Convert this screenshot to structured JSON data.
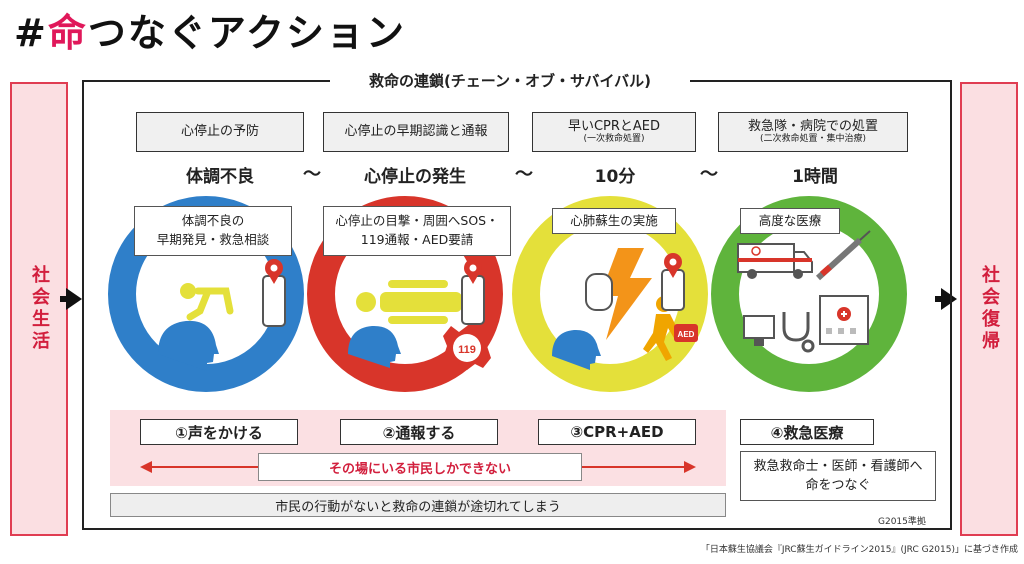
{
  "title": {
    "hash": "#",
    "accent": "命",
    "rest": "つなぐアクション"
  },
  "left_label": "社会生活",
  "right_label": "社会復帰",
  "frame_title": "救命の連鎖(チェーン・オブ・サバイバル)",
  "stage_boxes": [
    {
      "main": "心停止の予防",
      "sub": ""
    },
    {
      "main": "心停止の早期認識と通報",
      "sub": ""
    },
    {
      "main": "早いCPRとAED",
      "sub": "(一次救命処置)"
    },
    {
      "main": "救急隊・病院での処置",
      "sub": "(二次救命処置・集中治療)"
    }
  ],
  "times": [
    "体調不良",
    "心停止の発生",
    "10分",
    "1時間"
  ],
  "tilde": "〜",
  "circle_labels": [
    "体調不良の\n早期発見・救急相談",
    "心停止の目撃・周囲へSOS・\n119通報・AED要請",
    "心肺蘇生の実施",
    "高度な医療"
  ],
  "circle_colors": [
    "#2f7fc9",
    "#d8352a",
    "#e4e03a",
    "#5fb43c"
  ],
  "icons": {
    "badge_number": "119",
    "aed_label": "AED"
  },
  "steps": [
    "①声をかける",
    "②通報する",
    "③CPR+AED",
    "④救急医療"
  ],
  "citizens_band": "その場にいる市民しかできない",
  "medical_note": "救急救命士・医師・看護師へ\n命をつなぐ",
  "warning": "市民の行動がないと救命の連鎖が途切れてしまう",
  "guideline_tag": "G2015準拠",
  "source": "「日本蘇生協議会『JRC蘇生ガイドライン2015』(JRC G2015)」に基づき作成"
}
